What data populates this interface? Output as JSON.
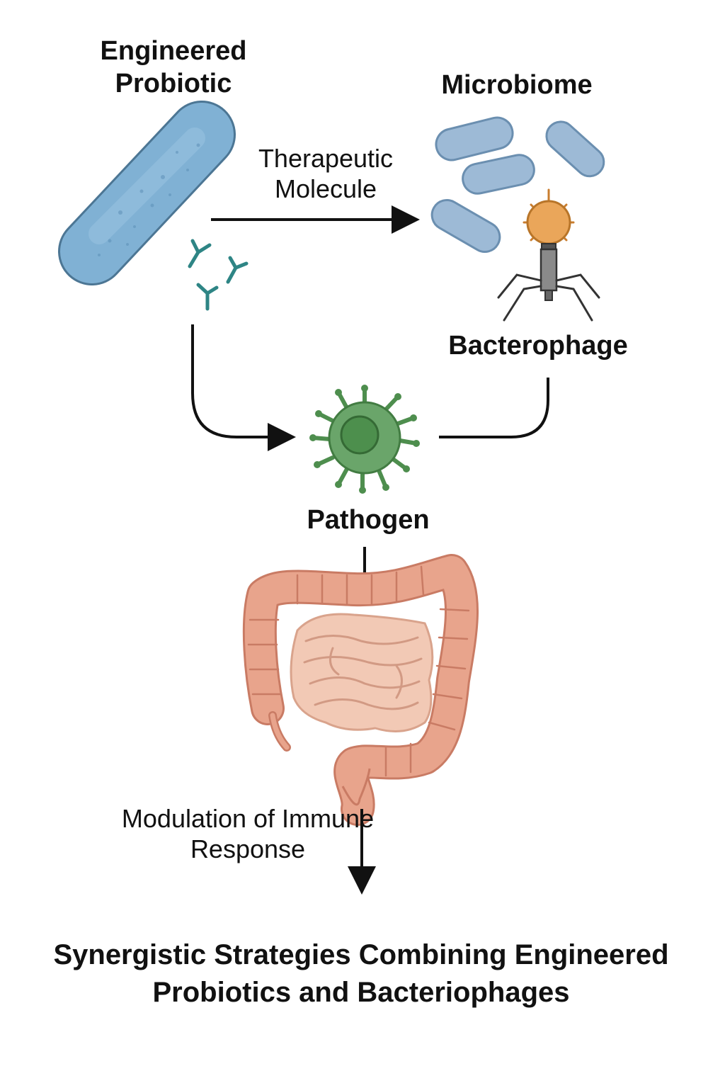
{
  "labels": {
    "probiotic": "Engineered Probiotic",
    "microbiome": "Microbiome",
    "therapeutic_molecule": "Therapeutic Molecule",
    "bacteriophage": "Bacterophage",
    "pathogen": "Pathogen",
    "immune_modulation": "Modulation of Immune Response"
  },
  "title": "Synergistic Strategies Combining Engineered Probiotics and Bacteriophages",
  "icons": [
    "probiotic-bacterium-icon",
    "antibody-icon",
    "microbiome-bacteria-icon",
    "bacteriophage-icon",
    "pathogen-icon",
    "intestine-icon"
  ],
  "colors": {
    "probiotic": "#7fb0d3",
    "microbiome": "#9dbad6",
    "antibody": "#2e8585",
    "phage_head": "#e9a65a",
    "pathogen": "#6aa56a",
    "intestine": "#e8a48c",
    "small_intestine": "#f1c7b3"
  }
}
